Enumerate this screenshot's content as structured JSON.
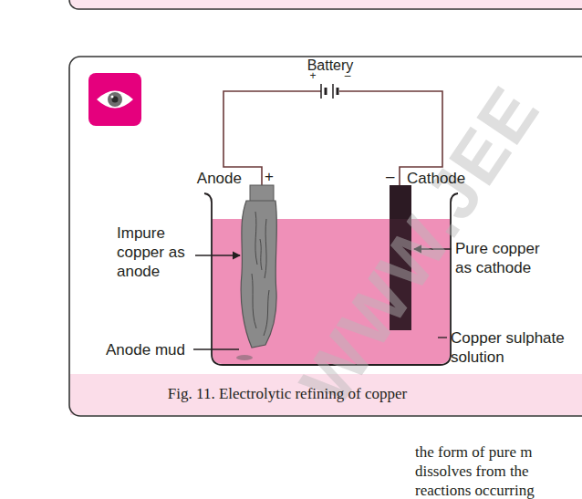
{
  "diagram": {
    "caption": "Fig. 11. Electrolytic refining of copper",
    "labels": [
      "Battery",
      "+",
      "–",
      "Anode",
      "+",
      "–",
      "Cathode",
      "Impure copper as anode",
      "Pure copper as cathode",
      "Copper sulphate solution",
      "Anode mud",
      "WWW.JEE",
      "the form of pure m",
      "dissolves from the",
      "reactions occurring"
    ]
  }
}
